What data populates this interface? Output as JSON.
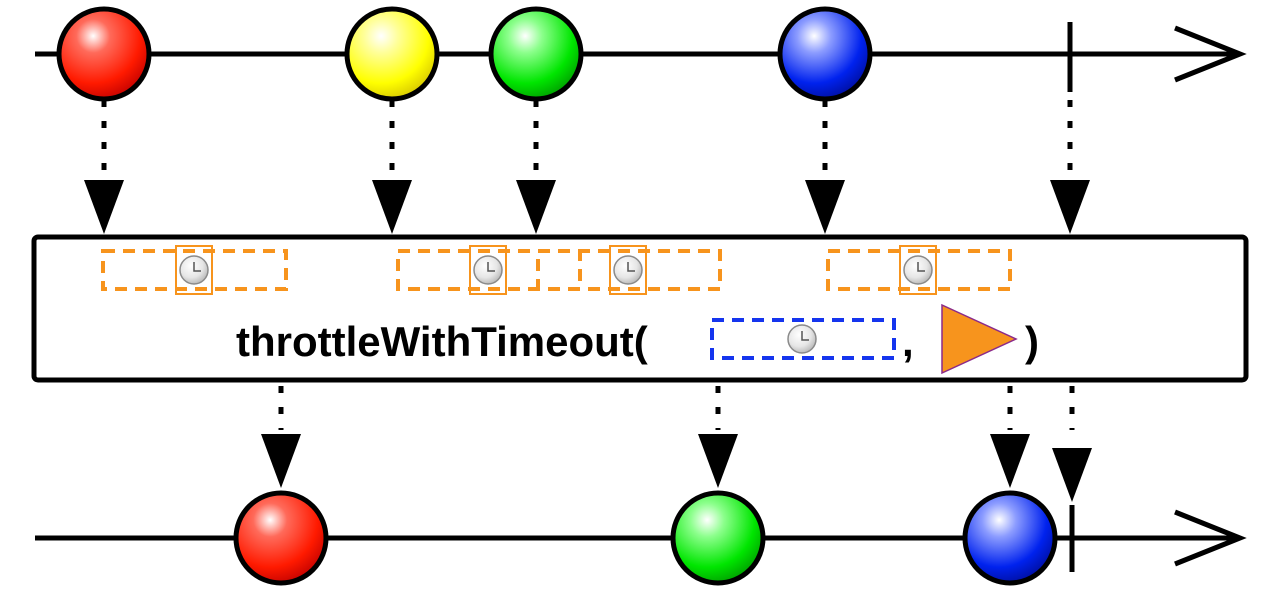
{
  "operator": {
    "name": "throttleWithTimeout(",
    "separator": ",",
    "close": ")"
  },
  "colors": {
    "red": "#ff1a00",
    "yellow": "#ffff00",
    "green": "#00e600",
    "blue": "#0022ee",
    "timer_box": "#f7941d",
    "param_box": "#1535ee",
    "scheduler": "#f7941d"
  },
  "input_stream": {
    "items": [
      {
        "color": "red",
        "time": 1
      },
      {
        "color": "yellow",
        "time": 2
      },
      {
        "color": "green",
        "time": 3
      },
      {
        "color": "blue",
        "time": 4
      }
    ],
    "completes": true
  },
  "output_stream": {
    "items": [
      {
        "color": "red",
        "time": 1
      },
      {
        "color": "green",
        "time": 3
      },
      {
        "color": "blue",
        "time": 4
      }
    ],
    "completes": true
  },
  "icons": [
    "clock-icon",
    "scheduler-triangle-icon",
    "arrow-head-icon"
  ]
}
